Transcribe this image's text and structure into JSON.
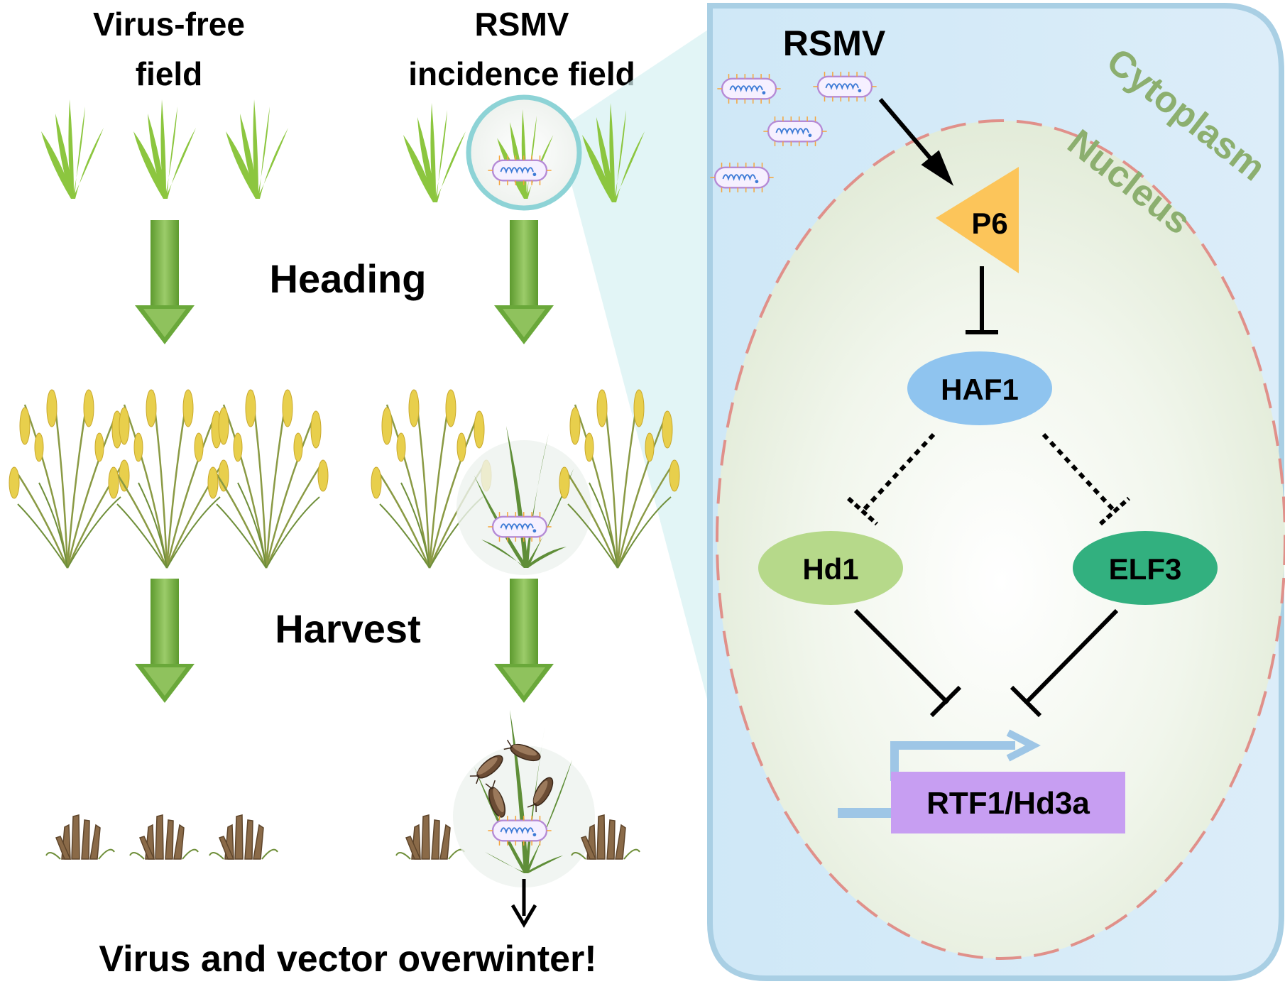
{
  "left_panel": {
    "col1_title_line1": "Virus-free",
    "col1_title_line2": "field",
    "col2_title_line1": "RSMV",
    "col2_title_line2": "incidence field",
    "stage1_label": "Heading",
    "stage2_label": "Harvest",
    "bottom_caption": "Virus and vector overwinter!"
  },
  "cell": {
    "virus_label": "RSMV",
    "cytoplasm_label": "Cytoplasm",
    "nucleus_label": "Nucleus",
    "nodes": {
      "p6": "P6",
      "haf1": "HAF1",
      "hd1": "Hd1",
      "elf3": "ELF3",
      "gene": "RTF1/Hd3a"
    }
  },
  "colors": {
    "seedling_green": "#8cc63f",
    "arrow_green": "#6aa83a",
    "cell_fill": "#d6ecf8",
    "cell_border": "#a9cfe4",
    "nucleus_fill": "#e4eedc",
    "nucleus_border": "#e0908a",
    "compartment_text": "#8caf6f",
    "p6": "#fcc55a",
    "haf1": "#8fc4ef",
    "hd1": "#b6d98a",
    "elf3": "#32b07f",
    "gene_box": "#c79ef2",
    "promoter_arrow": "#9ec6e6",
    "zoom_circle": "#8dd3d6",
    "grain": "#e8cf4c",
    "stubble": "#8a6a48"
  },
  "icons": [
    "virus-particle-icon",
    "rice-seedling-icon",
    "mature-rice-plant-icon",
    "stubble-icon",
    "insect-vector-icon",
    "activation-arrow-icon",
    "inhibition-bar-icon",
    "transcription-start-arrow-icon"
  ]
}
